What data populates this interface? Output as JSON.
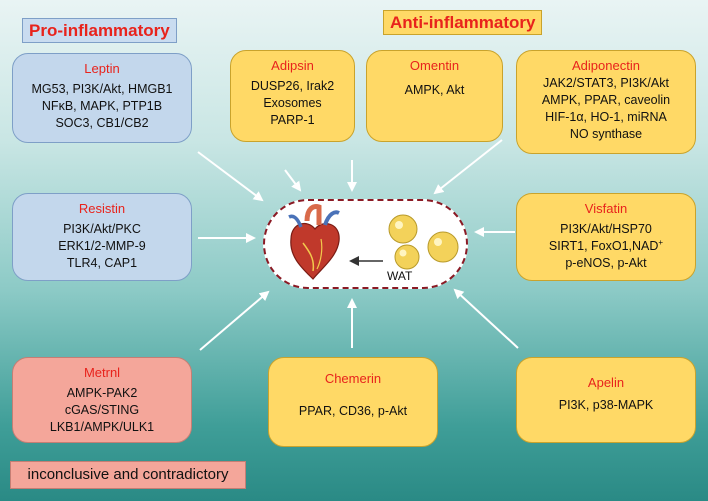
{
  "headers": {
    "pro": "Pro-inflammatory",
    "anti": "Anti-inflammatory"
  },
  "boxes": {
    "leptin": {
      "title": "Leptin",
      "lines": [
        "MG53, PI3K/Akt, HMGB1",
        "NFκB, MAPK, PTP1B",
        "SOC3, CB1/CB2"
      ]
    },
    "resistin": {
      "title": "Resistin",
      "lines": [
        "PI3K/Akt/PKC",
        "ERK1/2-MMP-9",
        "TLR4, CAP1"
      ]
    },
    "metrnl": {
      "title": "Metrnl",
      "lines": [
        "AMPK-PAK2",
        "cGAS/STING",
        "LKB1/AMPK/ULK1"
      ]
    },
    "adipsin": {
      "title": "Adipsin",
      "lines": [
        "DUSP26, Irak2",
        "Exosomes",
        "PARP-1"
      ]
    },
    "omentin": {
      "title": "Omentin",
      "lines": [
        "AMPK, Akt"
      ]
    },
    "adiponectin": {
      "title": "Adiponectin",
      "lines": [
        "JAK2/STAT3, PI3K/Akt",
        "AMPK, PPAR, caveolin",
        "HIF-1α, HO-1, miRNA",
        "NO synthase"
      ]
    },
    "visfatin": {
      "title": "Visfatin",
      "lines": [
        "PI3K/Akt/HSP70",
        "SIRT1, FoxO1,NAD",
        "p-eNOS, p-Akt"
      ],
      "sup": "+"
    },
    "chemerin": {
      "title": "Chemerin",
      "lines": [
        "PPAR, CD36, p-Akt"
      ]
    },
    "apelin": {
      "title": "Apelin",
      "lines": [
        "PI3K, p38-MAPK"
      ]
    }
  },
  "center": {
    "wat_label": "WAT",
    "heart_icon": "heart-icon",
    "fat_icon": "adipocyte-icon"
  },
  "note": "inconclusive and contradictory",
  "colors": {
    "pro_box": "#c3d7ec",
    "anti_box": "#ffd966",
    "metrnl_box": "#f4a69a",
    "title_red": "#e8231c",
    "border_dash": "#8b1a24"
  }
}
